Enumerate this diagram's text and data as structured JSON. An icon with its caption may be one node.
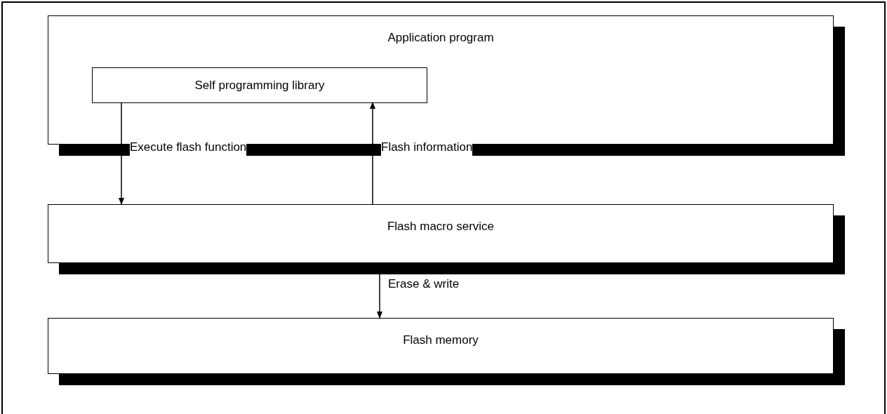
{
  "diagram": {
    "nodes": [
      {
        "text": [
          "Application program"
        ]
      },
      {
        "text": [
          "Self programming library"
        ],
        "in": 0
      },
      {
        "text": [
          "Flash macro service"
        ]
      },
      {
        "text": [
          "Flash memory"
        ]
      }
    ],
    "edges": [
      {
        "from": 1,
        "to": 2,
        "arrow": "to",
        "label": "Execute flash function"
      },
      {
        "from": 2,
        "to": 1,
        "arrow": "to",
        "label": "Flash information"
      },
      {
        "from": 2,
        "to": 3,
        "arrow": "to",
        "label": "Erase & write"
      }
    ]
  }
}
